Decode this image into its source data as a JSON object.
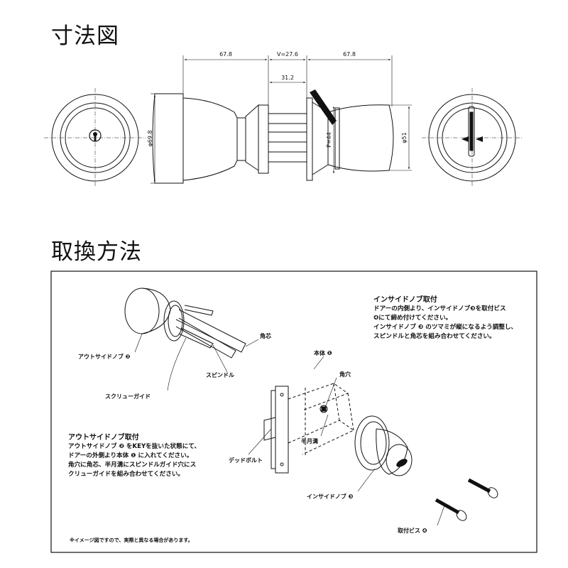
{
  "headings": {
    "dimensions": "寸法図",
    "replacement": "取換方法"
  },
  "dimensions": {
    "d_left": "67.8",
    "d_v": "V=27.6",
    "d_right": "67.8",
    "d_31": "31.2",
    "d_p": "P=44",
    "d_69": "φ69.8",
    "d_51": "φ51"
  },
  "labels": {
    "kakushin": "角芯",
    "outside_knob": "アウトサイドノブ ❷",
    "spindle": "スピンドル",
    "screw_guide": "スクリューガイド",
    "body": "本体 ❶",
    "kakuana": "角穴",
    "hangetsu": "半月溝",
    "deadbolt": "デッドボルト",
    "inside_knob": "インサイドノブ ❸",
    "screw": "取付ビス ❹"
  },
  "inside_note": {
    "title": "インサイドノブ取付",
    "line1": "ドアーの内側より、インサイドノブ❸を取付ビス",
    "line2": "❹にて締め付けてください。",
    "line3": "インサイドノブ ❸ のツマミが縦になるよう調整し、",
    "line4": "スピンドルと角芯を組み合わせてください。"
  },
  "outside_note": {
    "title": "アウトサイドノブ取付",
    "line1": "アウトサイドノブ ❷ をKEYを抜いた状態にて、",
    "line2": "ドアーの外側より本体 ❶ に入れてください。",
    "line3": "角穴に角芯、半月溝にスピンドルガイド穴にス",
    "line4": "クリューガイドを組み合わせてください。"
  },
  "footnote": "※イメージ図ですので、実際と異なる場合があります。"
}
